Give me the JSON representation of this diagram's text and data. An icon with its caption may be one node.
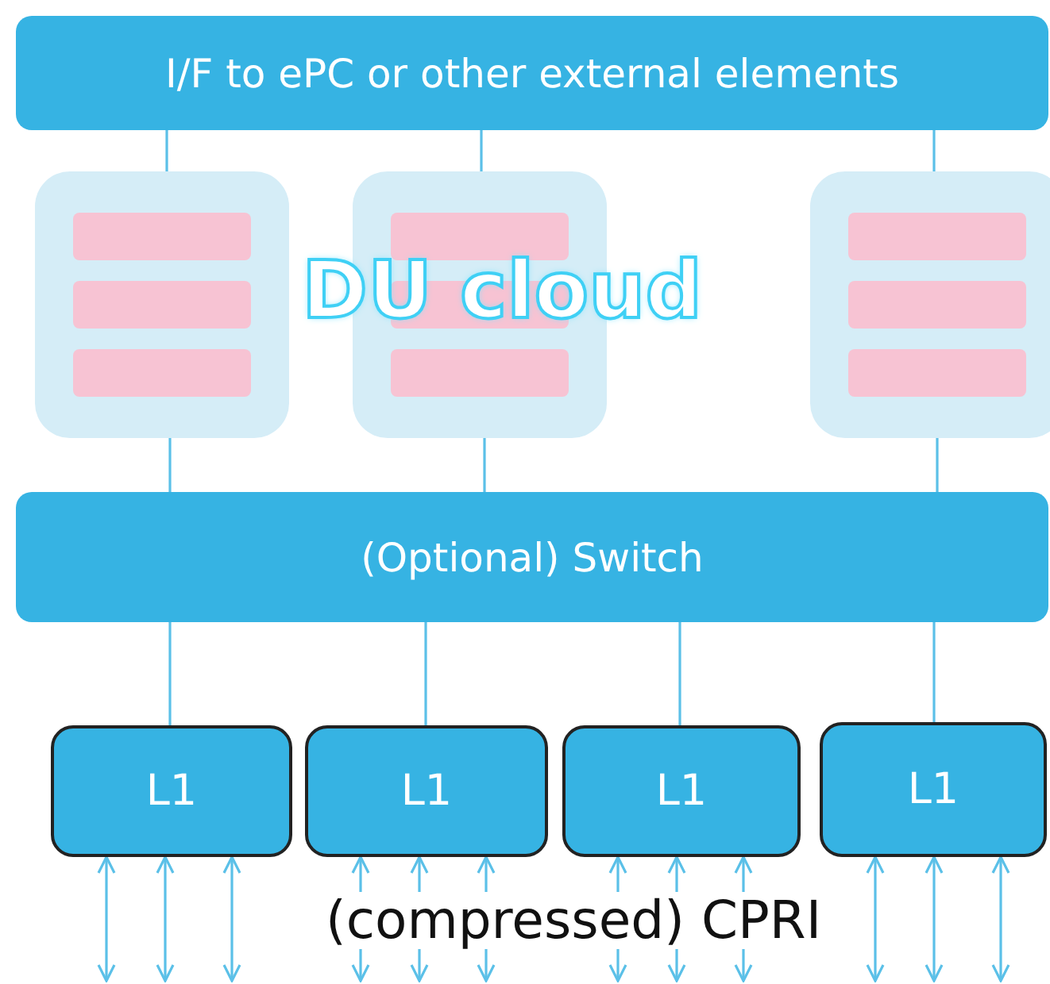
{
  "diagram": {
    "nodes": [
      {
        "text": [
          "I/F to ePC or other external elements"
        ]
      },
      {
        "text": [],
        "shape": "box"
      },
      {
        "text": [],
        "shape": "box"
      },
      {
        "text": [],
        "shape": "box"
      },
      {
        "text": [
          "(Optional) Switch"
        ]
      },
      {
        "text": [
          "L1"
        ]
      },
      {
        "text": [
          "L1"
        ]
      },
      {
        "text": [
          "L1"
        ]
      },
      {
        "text": [
          "L1"
        ]
      }
    ],
    "edges": [
      {
        "from": 0,
        "to": 1,
        "arrow": "none"
      },
      {
        "from": 0,
        "to": 2,
        "arrow": "none"
      },
      {
        "from": 0,
        "to": 3,
        "arrow": "none"
      },
      {
        "from": 1,
        "to": 4,
        "arrow": "none"
      },
      {
        "from": 2,
        "to": 4,
        "arrow": "none"
      },
      {
        "from": 3,
        "to": 4,
        "arrow": "none"
      },
      {
        "from": 4,
        "to": 5,
        "arrow": "none"
      },
      {
        "from": 4,
        "to": 6,
        "arrow": "none"
      },
      {
        "from": 4,
        "to": 7,
        "arrow": "none"
      },
      {
        "from": 4,
        "to": 8,
        "arrow": "none"
      },
      {
        "from": 5,
        "to": null,
        "arrow": "both"
      },
      {
        "from": 5,
        "to": null,
        "arrow": "both"
      },
      {
        "from": 5,
        "to": null,
        "arrow": "both"
      },
      {
        "from": 6,
        "to": null,
        "arrow": "both"
      },
      {
        "from": 6,
        "to": null,
        "arrow": "both"
      },
      {
        "from": 6,
        "to": null,
        "arrow": "both"
      },
      {
        "from": 7,
        "to": null,
        "arrow": "both"
      },
      {
        "from": 7,
        "to": null,
        "arrow": "both"
      },
      {
        "from": 7,
        "to": null,
        "arrow": "both"
      },
      {
        "from": 8,
        "to": null,
        "arrow": "both"
      },
      {
        "from": 8,
        "to": null,
        "arrow": "both"
      },
      {
        "from": 8,
        "to": null,
        "arrow": "both"
      }
    ],
    "labels": [
      "DU cloud",
      "(compressed) CPRI"
    ]
  }
}
